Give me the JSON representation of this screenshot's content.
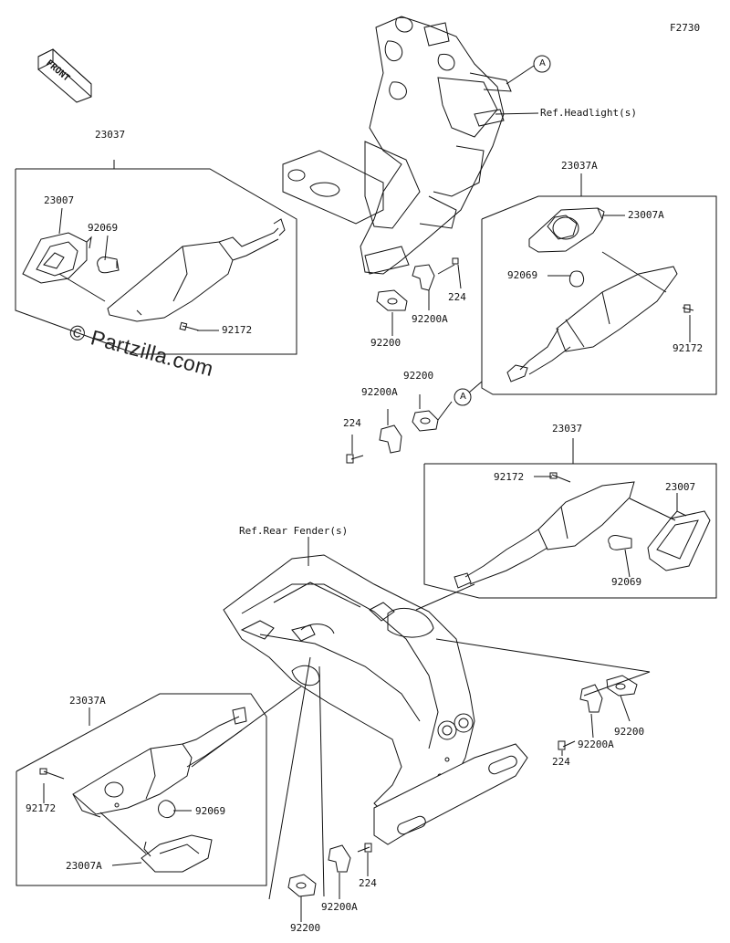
{
  "diagram": {
    "figure_code": "F2730",
    "front_label": "FRONT",
    "watermark": "© Partzilla.com",
    "callout_letter": "A",
    "references": {
      "headlight": "Ref.Headlight(s)",
      "rear_fender": "Ref.Rear Fender(s)"
    },
    "parts": {
      "front_left_signal": {
        "assembly": "23037",
        "lens": "23007",
        "bulb": "92069",
        "screw": "92172"
      },
      "front_right_signal": {
        "assembly": "23037A",
        "lens": "23007A",
        "bulb": "92069",
        "screw": "92172"
      },
      "rear_right_signal": {
        "assembly": "23037",
        "lens": "23007",
        "bulb": "92069",
        "screw": "92172"
      },
      "rear_left_signal": {
        "assembly": "23037A",
        "lens": "23007A",
        "bulb": "92069",
        "screw": "92172"
      },
      "front_mount_upper": {
        "bolt": "224",
        "bracket": "92200A",
        "plate": "92200"
      },
      "front_mount_lower": {
        "bolt": "224",
        "bracket": "92200A",
        "plate": "92200"
      },
      "rear_mount_right": {
        "bolt": "224",
        "bracket": "92200A",
        "plate": "92200"
      },
      "rear_mount_left": {
        "bolt": "224",
        "bracket": "92200A",
        "plate": "92200"
      }
    }
  }
}
